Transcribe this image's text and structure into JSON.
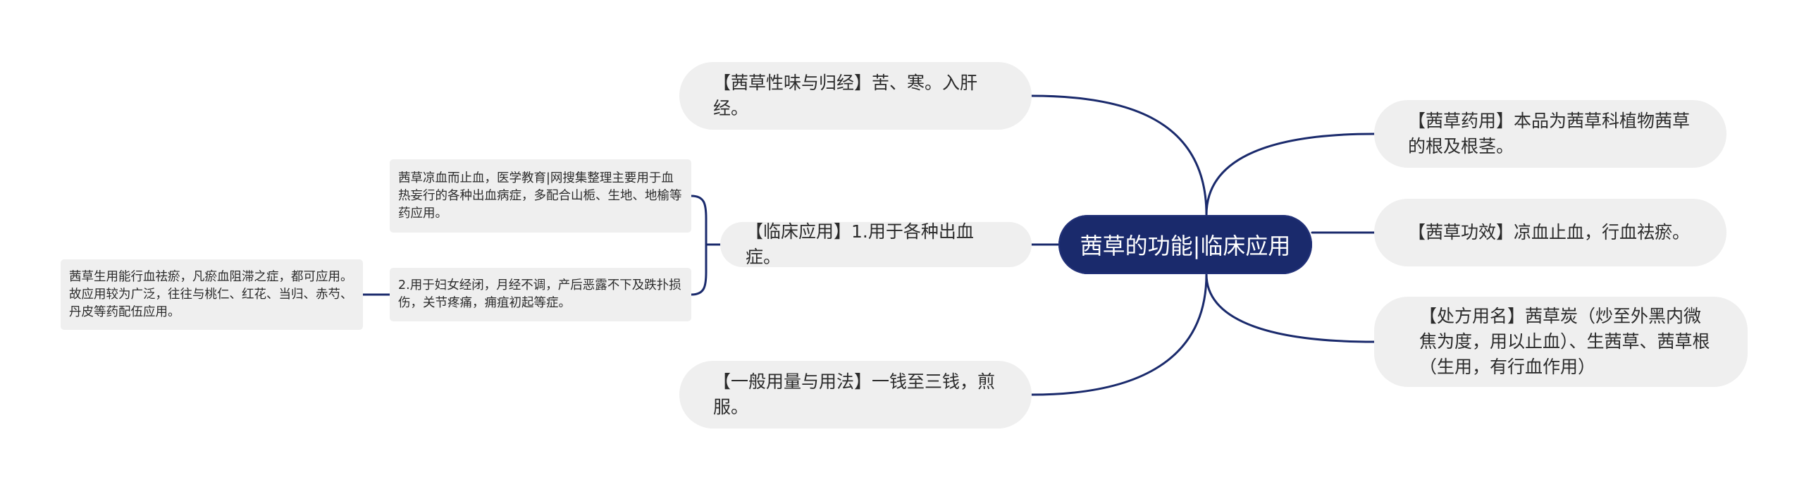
{
  "root": {
    "label": "茜草的功能|临床应用"
  },
  "left_branches": {
    "taste": "【茜草性味与归经】苦、寒。入肝经。",
    "clinical": "【临床应用】1.用于各种出血症。",
    "dosage": "【一般用量与用法】一钱至三钱，煎服。"
  },
  "right_branches": {
    "medicinal": "【茜草药用】本品为茜草科植物茜草的根及根茎。",
    "efficacy": "【茜草功效】凉血止血，行血祛瘀。",
    "prescription": "【处方用名】茜草炭（炒至外黑内微焦为度，用以止血）、生茜草、茜草根（生用，有行血作用）"
  },
  "clinical_details": {
    "item1": "茜草凉血而止血，医学教育|网搜集整理主要用于血热妄行的各种出血病症，多配合山栀、生地、地榆等药应用。",
    "item2": "2.用于妇女经闭，月经不调，产后恶露不下及跌扑损伤，关节疼痛，痈疽初起等症。"
  },
  "item2_detail": "茜草生用能行血祛瘀，凡瘀血阻滞之症，都可应用。故应用较为广泛，往往与桃仁、红花、当归、赤芍、丹皮等药配伍应用。",
  "colors": {
    "root_fill": "#1a2a6c",
    "link": "#1a2a6c",
    "node_fill": "#efefef"
  }
}
